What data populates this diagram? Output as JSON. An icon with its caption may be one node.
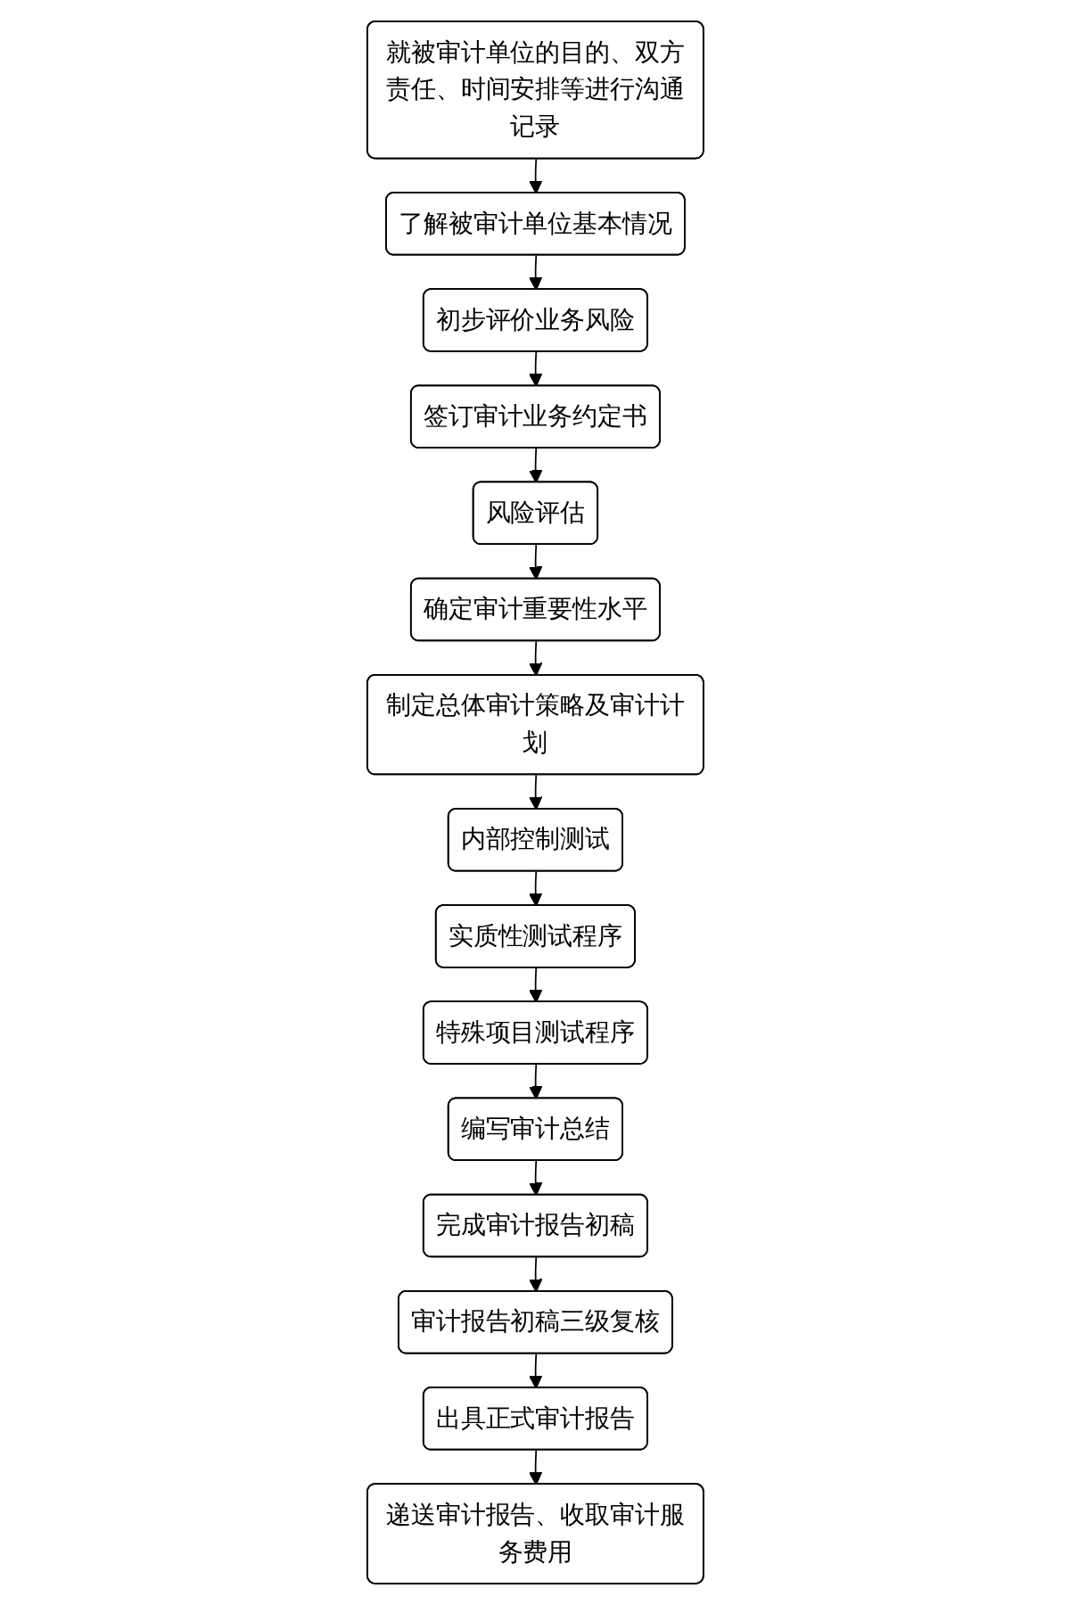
{
  "diagram": {
    "nodes": [
      {
        "text": [
          "就被审计单位的目的、双方责任、时间安排等进行沟通记录"
        ]
      },
      {
        "text": [
          "了解被审计单位基本情况"
        ]
      },
      {
        "text": [
          "初步评价业务风险"
        ]
      },
      {
        "text": [
          "签订审计业务约定书"
        ]
      },
      {
        "text": [
          "风险评估"
        ]
      },
      {
        "text": [
          "确定审计重要性水平"
        ]
      },
      {
        "text": [
          "制定总体审计策略及审计计划"
        ]
      },
      {
        "text": [
          "内部控制测试"
        ]
      },
      {
        "text": [
          "实质性测试程序"
        ]
      },
      {
        "text": [
          "特殊项目测试程序"
        ]
      },
      {
        "text": [
          "编写审计总结"
        ]
      },
      {
        "text": [
          "完成审计报告初稿"
        ]
      },
      {
        "text": [
          "审计报告初稿三级复核"
        ]
      },
      {
        "text": [
          "出具正式审计报告"
        ]
      },
      {
        "text": [
          "递送审计报告、收取审计服务费用"
        ]
      }
    ],
    "edges": [
      {
        "from": 0,
        "to": 1,
        "arrow": "to"
      },
      {
        "from": 1,
        "to": 2,
        "arrow": "to"
      },
      {
        "from": 2,
        "to": 3,
        "arrow": "to"
      },
      {
        "from": 3,
        "to": 4,
        "arrow": "to"
      },
      {
        "from": 4,
        "to": 5,
        "arrow": "to"
      },
      {
        "from": 5,
        "to": 6,
        "arrow": "to"
      },
      {
        "from": 6,
        "to": 7,
        "arrow": "to"
      },
      {
        "from": 7,
        "to": 8,
        "arrow": "to"
      },
      {
        "from": 8,
        "to": 9,
        "arrow": "to"
      },
      {
        "from": 9,
        "to": 10,
        "arrow": "to"
      },
      {
        "from": 10,
        "to": 11,
        "arrow": "to"
      },
      {
        "from": 11,
        "to": 12,
        "arrow": "to"
      },
      {
        "from": 12,
        "to": 13,
        "arrow": "to"
      },
      {
        "from": 13,
        "to": 14,
        "arrow": "to"
      }
    ]
  }
}
